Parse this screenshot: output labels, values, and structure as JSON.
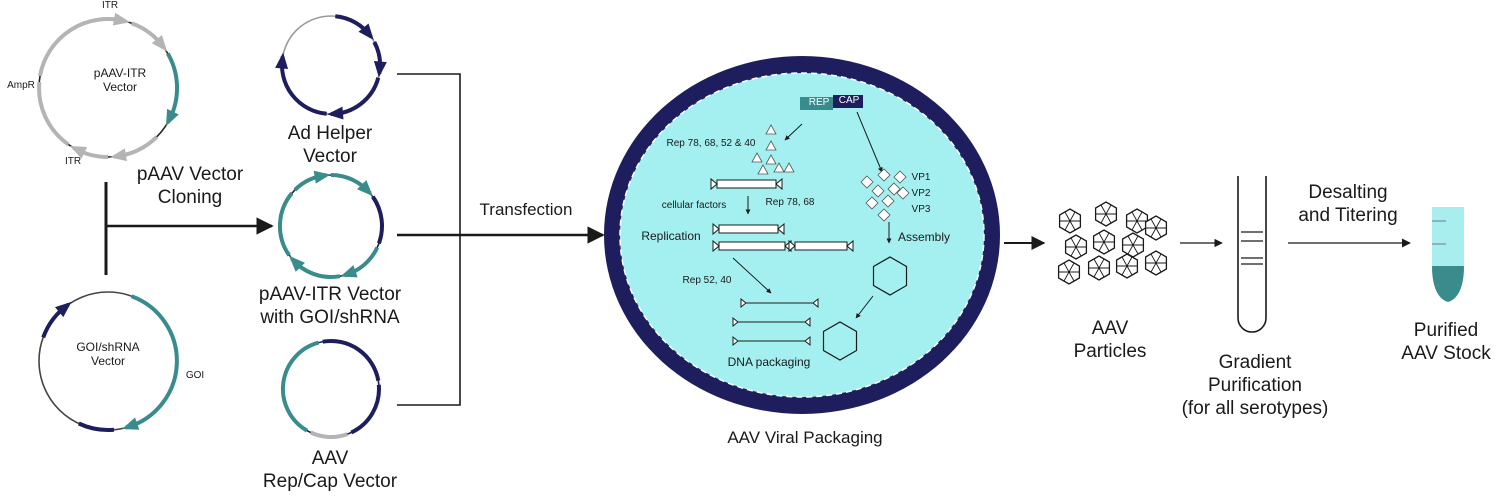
{
  "colors": {
    "navy": "#1e1e5e",
    "teal": "#3a8c8c",
    "grey": "#b4b4b4",
    "cell_fill": "#a4f0f0",
    "tube_fill": "#a9eeee",
    "ink": "#1a1a1a"
  },
  "plasmids": {
    "pitr": {
      "name_line1": "pAAV-ITR",
      "name_line2": "Vector",
      "itr_top": "ITR",
      "itr_bottom": "ITR",
      "ampr": "AmpR"
    },
    "goi": {
      "name_line1": "GOI/shRNA",
      "name_line2": "Vector",
      "goi_label": "GOI"
    }
  },
  "steps": {
    "cloning": {
      "line1": "pAAV Vector",
      "line2": "Cloning"
    },
    "ad_helper": {
      "line1": "Ad Helper",
      "line2": "Vector"
    },
    "pitr_goi": {
      "line1": "pAAV-ITR Vector",
      "line2": "with GOI/shRNA"
    },
    "repcap": {
      "line1": "AAV",
      "line2": "Rep/Cap Vector"
    },
    "transfection": "Transfection",
    "packaging": "AAV Viral Packaging",
    "particles": {
      "line1": "AAV",
      "line2": "Particles"
    },
    "gradient": {
      "line1": "Gradient",
      "line2": "Purification",
      "line3": "(for all serotypes)"
    },
    "desalting": {
      "line1": "Desalting",
      "line2": "and Titering"
    },
    "stock": {
      "line1": "Purified",
      "line2": "AAV Stock"
    }
  },
  "cell": {
    "rep": "REP",
    "cap": "CAP",
    "rep_proteins": "Rep 78, 68, 52 & 40",
    "cellular_factors": "cellular factors",
    "rep_78_68": "Rep 78, 68",
    "replication": "Replication",
    "rep_52_40": "Rep 52, 40",
    "vp1": "VP1",
    "vp2": "VP2",
    "vp3": "VP3",
    "assembly": "Assembly",
    "dna_packaging": "DNA packaging"
  }
}
